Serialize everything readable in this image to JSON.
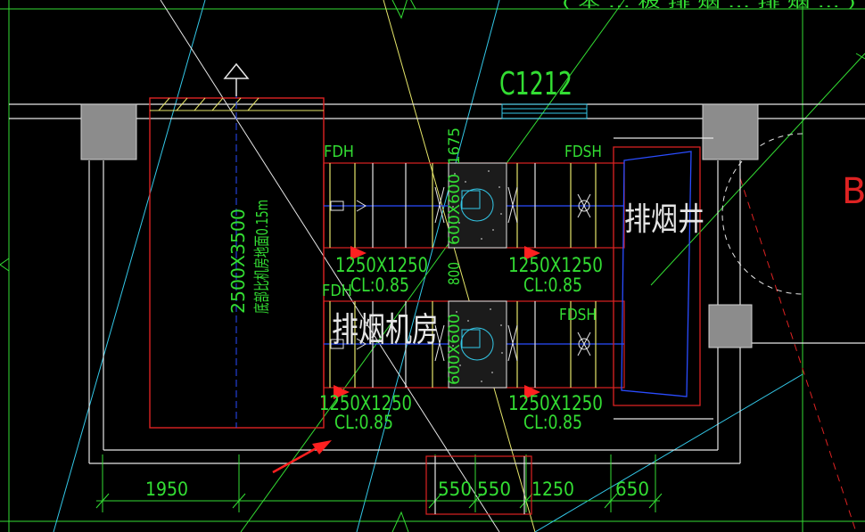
{
  "colors": {
    "background": "#000000",
    "green_text": "#33dd33",
    "wall": "#e6e6e6",
    "duct_red": "#dd2222",
    "center_blue": "#2a4cff",
    "cyan_line": "#33c8e8",
    "yellow_line": "#e6e66a",
    "column_gray": "#8c8c8c",
    "arrow_red": "#ff2020"
  },
  "labels": {
    "window_tag": "C1212",
    "fdh_upper": "FDH",
    "fdh_lower": "FDH",
    "fdsh_upper": "FDSH",
    "fdsh_lower": "FDSH",
    "duct_size_ul": "1250X1250",
    "duct_size_ur": "1250X1250",
    "duct_size_ll": "1250X1250",
    "duct_size_lr": "1250X1250",
    "cl_ul": "CL:0.85",
    "cl_ur": "CL:0.85",
    "cl_ll": "CL:0.85",
    "cl_lr": "CL:0.85",
    "pit_size": "2500X3500",
    "pit_note": "底部比机房地面0.15m",
    "dim_vertical_1": "1675",
    "dim_vertical_2": "800",
    "fan_dim_upper": "600X600",
    "fan_dim_lower": "600X600",
    "room_name": "排烟机房",
    "shaft_name": "排烟井",
    "grid_axis": "B",
    "top_note": "( 本 … 板 排 烟 … 排 烟 … )"
  },
  "dimensions": [
    "1950",
    "550",
    "550",
    "1250",
    "650"
  ]
}
